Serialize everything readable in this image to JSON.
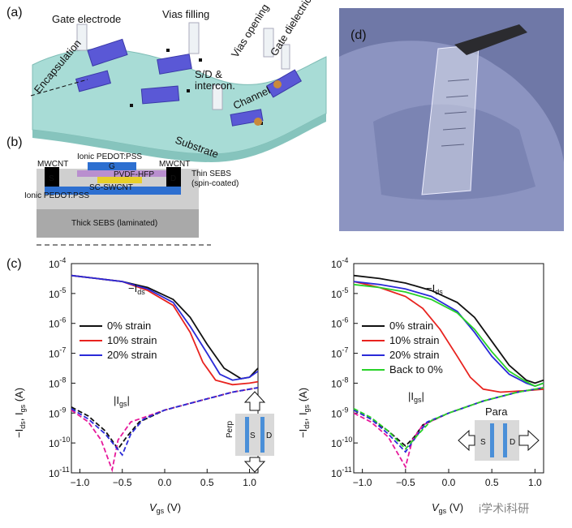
{
  "panels": {
    "a": {
      "label": "(a)",
      "annotations": [
        "Gate electrode",
        "Vias filling",
        "Vias opening",
        "Gate dielectric",
        "Encapsulation",
        "S/D &",
        "intercon.",
        "Channel",
        "Substrate"
      ]
    },
    "b": {
      "label": "(b)",
      "annotations": [
        "Ionic PEDOT:PSS",
        "MWCNT",
        "MWCNT",
        "Thin SEBS",
        "(spin-coated)",
        "G",
        "PVDF-HFP",
        "SC-SWCNT",
        "Ionic PEDOT:PSS",
        "S",
        "D",
        "Thick SEBS (laminated)"
      ]
    },
    "c": {
      "label": "(c)"
    },
    "d": {
      "label": "(d)"
    }
  },
  "colors": {
    "black": "#111111",
    "red": "#e8231f",
    "blue": "#2a2ad8",
    "green": "#28d228",
    "magenta": "#e6199b",
    "substrate": "#a8dcd6",
    "device": "#5a58d6",
    "sebs": "#cfcfcf",
    "glove": "#7d86b3"
  },
  "chart_data": [
    {
      "type": "line",
      "name": "perp",
      "xlabel": "V",
      "xlabel_sub": "gs",
      "xlabel_unit": " (V)",
      "ylabel": "−I",
      "ylabel_sub1": "ds",
      "ylabel_mid": ", I",
      "ylabel_sub2": "gs",
      "ylabel_unit": " (A)",
      "xlim": [
        -1.1,
        1.1
      ],
      "ylim_log10": [
        -11,
        -4
      ],
      "xticks": [
        "−1.0",
        "−0.5",
        "0.0",
        "0.5",
        "1.0"
      ],
      "yticks": [
        "10",
        "10",
        "10",
        "10",
        "10",
        "10",
        "10",
        "10"
      ],
      "ytick_exps": [
        "-11",
        "-10",
        "-9",
        "-8",
        "-7",
        "-6",
        "-5",
        "-4"
      ],
      "annotation_ids": "−I",
      "annotation_ids_sub": "ds",
      "annotation_igs": "|I",
      "annotation_igs_sub": "gs",
      "annotation_igs_end": "|",
      "inset": {
        "label": "Perp",
        "s": "S",
        "d": "D"
      },
      "legend": [
        "0% strain",
        "10% strain",
        "20% strain"
      ],
      "series": [
        {
          "name": "0% strain",
          "color": "#111111",
          "x": [
            -1.1,
            -0.8,
            -0.5,
            -0.2,
            0.1,
            0.3,
            0.5,
            0.7,
            0.9,
            1.0,
            1.1
          ],
          "log10_y": [
            -4.4,
            -4.5,
            -4.6,
            -4.8,
            -5.2,
            -5.8,
            -6.7,
            -7.5,
            -7.85,
            -7.8,
            -7.5
          ]
        },
        {
          "name": "10% strain",
          "color": "#e8231f",
          "x": [
            -1.1,
            -0.8,
            -0.5,
            -0.2,
            0.1,
            0.3,
            0.45,
            0.6,
            0.8,
            1.0,
            1.1
          ],
          "log10_y": [
            -4.4,
            -4.5,
            -4.6,
            -4.9,
            -5.4,
            -6.3,
            -7.3,
            -7.9,
            -8.05,
            -8.0,
            -7.95
          ]
        },
        {
          "name": "20% strain",
          "color": "#2a2ad8",
          "x": [
            -1.1,
            -0.8,
            -0.5,
            -0.2,
            0.1,
            0.3,
            0.5,
            0.65,
            0.8,
            1.0,
            1.1
          ],
          "log10_y": [
            -4.4,
            -4.5,
            -4.6,
            -4.85,
            -5.3,
            -6.1,
            -7.0,
            -7.7,
            -7.9,
            -7.8,
            -7.6
          ]
        },
        {
          "name": "Igs 0%",
          "color": "#111111",
          "dashed": true,
          "x": [
            -1.1,
            -0.9,
            -0.7,
            -0.55,
            -0.45,
            -0.3,
            0.0,
            0.4,
            0.8,
            1.1
          ],
          "log10_y": [
            -8.8,
            -9.1,
            -9.6,
            -10.2,
            -9.8,
            -9.3,
            -8.9,
            -8.6,
            -8.3,
            -8.15
          ]
        },
        {
          "name": "Igs 10%",
          "color": "#e6199b",
          "dashed": true,
          "x": [
            -1.1,
            -0.9,
            -0.75,
            -0.62,
            -0.55,
            -0.4,
            0.0,
            0.4,
            0.8,
            1.1
          ],
          "log10_y": [
            -8.9,
            -9.3,
            -9.9,
            -10.9,
            -9.9,
            -9.3,
            -8.9,
            -8.6,
            -8.3,
            -8.15
          ]
        },
        {
          "name": "Igs 20%",
          "color": "#2a2ad8",
          "dashed": true,
          "x": [
            -1.1,
            -0.9,
            -0.7,
            -0.5,
            -0.4,
            -0.25,
            0.0,
            0.4,
            0.8,
            1.1
          ],
          "log10_y": [
            -8.85,
            -9.2,
            -9.7,
            -10.4,
            -9.7,
            -9.2,
            -8.9,
            -8.6,
            -8.3,
            -8.15
          ]
        }
      ]
    },
    {
      "type": "line",
      "name": "para",
      "xlabel": "V",
      "xlabel_sub": "gs",
      "xlabel_unit": " (V)",
      "ylabel": "−I",
      "ylabel_sub1": "ds",
      "ylabel_mid": ", I",
      "ylabel_sub2": "gs",
      "ylabel_unit": " (A)",
      "xlim": [
        -1.1,
        1.1
      ],
      "ylim_log10": [
        -11,
        -4
      ],
      "xticks": [
        "−1.0",
        "−0.5",
        "0.0",
        "0.5",
        "1.0"
      ],
      "yticks": [
        "10",
        "10",
        "10",
        "10",
        "10",
        "10",
        "10",
        "10"
      ],
      "ytick_exps": [
        "-11",
        "-10",
        "-9",
        "-8",
        "-7",
        "-6",
        "-5",
        "-4"
      ],
      "annotation_ids": "−I",
      "annotation_ids_sub": "ds",
      "annotation_igs": "|I",
      "annotation_igs_sub": "gs",
      "annotation_igs_end": "|",
      "inset": {
        "label": "Para",
        "s": "S",
        "d": "D"
      },
      "legend": [
        "0% strain",
        "10% strain",
        "20% strain",
        "Back to 0%"
      ],
      "series": [
        {
          "name": "0% strain",
          "color": "#111111",
          "x": [
            -1.1,
            -0.8,
            -0.5,
            -0.2,
            0.1,
            0.3,
            0.5,
            0.7,
            0.9,
            1.0,
            1.1
          ],
          "log10_y": [
            -4.4,
            -4.5,
            -4.65,
            -4.9,
            -5.3,
            -5.8,
            -6.6,
            -7.4,
            -7.9,
            -8.0,
            -7.9
          ]
        },
        {
          "name": "10% strain",
          "color": "#e8231f",
          "x": [
            -1.1,
            -0.8,
            -0.5,
            -0.3,
            -0.1,
            0.1,
            0.25,
            0.4,
            0.6,
            0.9,
            1.1
          ],
          "log10_y": [
            -4.6,
            -4.8,
            -5.1,
            -5.5,
            -6.2,
            -7.1,
            -7.8,
            -8.2,
            -8.3,
            -8.25,
            -8.2
          ]
        },
        {
          "name": "20% strain",
          "color": "#2a2ad8",
          "x": [
            -1.1,
            -0.8,
            -0.5,
            -0.2,
            0.1,
            0.3,
            0.5,
            0.7,
            0.9,
            1.0,
            1.1
          ],
          "log10_y": [
            -4.6,
            -4.7,
            -4.85,
            -5.1,
            -5.6,
            -6.3,
            -7.1,
            -7.7,
            -8.0,
            -8.1,
            -8.0
          ]
        },
        {
          "name": "Back to 0%",
          "color": "#28d228",
          "x": [
            -1.1,
            -0.8,
            -0.5,
            -0.2,
            0.1,
            0.3,
            0.5,
            0.7,
            0.9,
            1.0,
            1.1
          ],
          "log10_y": [
            -4.7,
            -4.8,
            -4.95,
            -5.2,
            -5.65,
            -6.2,
            -6.95,
            -7.6,
            -7.95,
            -8.1,
            -8.0
          ]
        },
        {
          "name": "Igs 0%",
          "color": "#111111",
          "dashed": true,
          "x": [
            -1.1,
            -0.9,
            -0.7,
            -0.5,
            -0.4,
            -0.3,
            0.0,
            0.4,
            0.8,
            1.1
          ],
          "log10_y": [
            -8.9,
            -9.2,
            -9.6,
            -10.1,
            -9.8,
            -9.4,
            -9.0,
            -8.6,
            -8.3,
            -8.15
          ]
        },
        {
          "name": "Igs 10%",
          "color": "#e6199b",
          "dashed": true,
          "x": [
            -1.1,
            -0.9,
            -0.7,
            -0.5,
            -0.42,
            -0.3,
            0.0,
            0.4,
            0.8,
            1.1
          ],
          "log10_y": [
            -9.0,
            -9.3,
            -9.8,
            -10.8,
            -9.9,
            -9.4,
            -9.0,
            -8.6,
            -8.3,
            -8.15
          ]
        },
        {
          "name": "Igs 20%",
          "color": "#2a2ad8",
          "dashed": true,
          "x": [
            -1.1,
            -0.9,
            -0.7,
            -0.5,
            -0.38,
            -0.25,
            0.0,
            0.4,
            0.8,
            1.1
          ],
          "log10_y": [
            -8.9,
            -9.2,
            -9.7,
            -10.3,
            -9.8,
            -9.3,
            -9.0,
            -8.6,
            -8.3,
            -8.15
          ]
        },
        {
          "name": "Igs back",
          "color": "#28d228",
          "dashed": true,
          "x": [
            -1.1,
            -0.9,
            -0.7,
            -0.5,
            -0.35,
            -0.2,
            0.0,
            0.4,
            0.8,
            1.1
          ],
          "log10_y": [
            -8.85,
            -9.15,
            -9.6,
            -10.2,
            -9.7,
            -9.25,
            -9.0,
            -8.6,
            -8.3,
            -8.15
          ]
        }
      ]
    }
  ],
  "watermark": "i学术i科研"
}
